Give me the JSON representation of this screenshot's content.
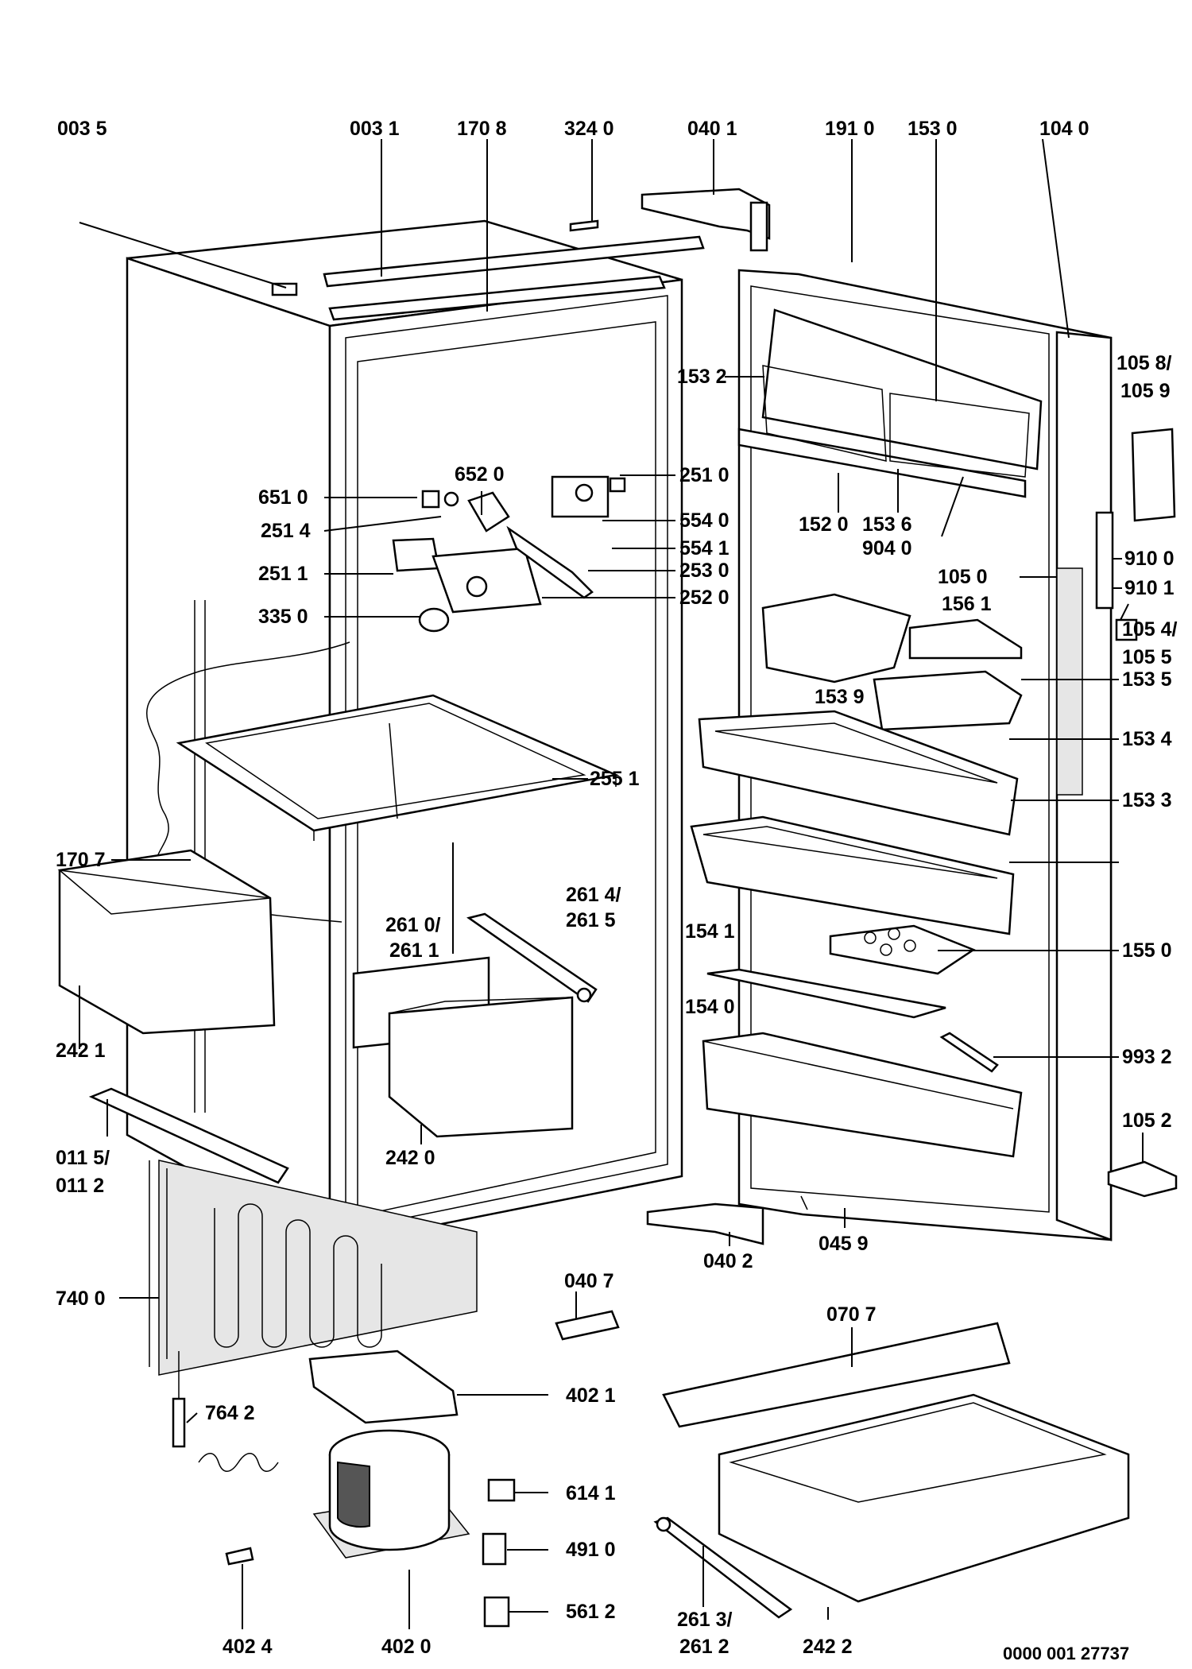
{
  "labels": {
    "p0035": "003 5",
    "p0031": "003 1",
    "p1708": "170 8",
    "p3240": "324 0",
    "p0401": "040 1",
    "p1910": "191 0",
    "p1530": "153 0",
    "p1040": "104 0",
    "p1058": "105 8/",
    "p1059": "105 9",
    "p1532": "153 2",
    "p6510": "651 0",
    "p6520": "652 0",
    "p2510": "251 0",
    "p2514": "251 4",
    "p5540": "554 0",
    "p5541": "554 1",
    "p2511": "251 1",
    "p2530": "253 0",
    "p2520": "252 0",
    "p3350": "335 0",
    "p1520": "152 0",
    "p1536": "153 6",
    "p9040": "904 0",
    "p1050": "105 0",
    "p9100": "910 0",
    "p9101": "910 1",
    "p1561": "156 1",
    "p1054": "105 4/",
    "p1055": "105 5",
    "p1539": "153 9",
    "p1535": "153 5",
    "p1534": "153 4",
    "p2551": "255 1",
    "p1533": "153 3",
    "p1707": "170 7",
    "p2610": "261 0/",
    "p2611": "261 1",
    "p2614": "261 4/",
    "p2615": "261 5",
    "p1541": "154 1",
    "p1550": "155 0",
    "p2421": "242 1",
    "p1540": "154 0",
    "p9932": "993 2",
    "p1052": "105 2",
    "p0115": "011 5/",
    "p0112": "011 2",
    "p2420": "242 0",
    "p0459": "045 9",
    "p0402": "040 2",
    "p0407": "040 7",
    "p0707": "070 7",
    "p7400": "740 0",
    "p4021": "402 1",
    "p7642": "764 2",
    "p6141": "614 1",
    "p4910": "491 0",
    "p5612": "561 2",
    "p2613": "261 3/",
    "p2612": "261 2",
    "p2422": "242 2",
    "p4024": "402 4",
    "p4020": "402 0",
    "docno": "0000 001 27737"
  }
}
